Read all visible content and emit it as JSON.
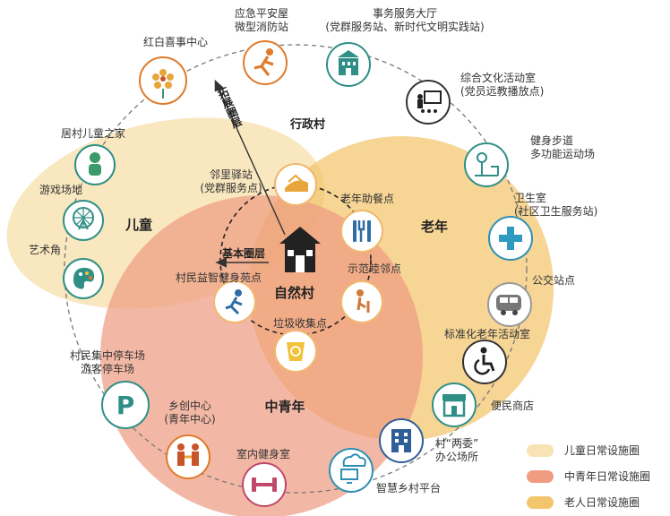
{
  "colors": {
    "child": "#f7e3b4",
    "youth": "#ef9c82",
    "elder": "#f3c56c",
    "icon_orange": "#e07a2a",
    "icon_teal": "#2f8f86",
    "icon_blue": "#2e7fb3",
    "icon_dark": "#1e2a36"
  },
  "center": {
    "title": "自然村"
  },
  "rings": {
    "basic": "基本圈层",
    "expand": "拓展圈层",
    "admin": "行政村"
  },
  "zones": {
    "child": "儿童",
    "youth": "中青年",
    "elder": "老年"
  },
  "inner_nodes": [
    {
      "label": "邻里驿站\n(党群服务点)",
      "icon": "hand-home-icon"
    },
    {
      "label": "老年助餐点",
      "icon": "cutlery-icon"
    },
    {
      "label": "示范睦邻点",
      "icon": "elder-walking-icon"
    },
    {
      "label": "垃圾收集点",
      "icon": "recycle-bin-icon"
    },
    {
      "label": "村民益智健身苑点",
      "icon": "running-person-icon"
    }
  ],
  "outer_nodes": [
    {
      "label": "应急平安屋\n微型消防站",
      "icon": "runner-icon"
    },
    {
      "label": "事务服务大厅\n(党群服务站、新时代文明实践站)",
      "icon": "government-building-icon"
    },
    {
      "label": "综合文化活动室\n(党员远教播放点)",
      "icon": "lecture-icon"
    },
    {
      "label": "健身步道\n多功能运动场",
      "icon": "fitness-track-icon"
    },
    {
      "label": "卫生室\n(社区卫生服务站)",
      "icon": "medical-cross-icon"
    },
    {
      "label": "公交站点",
      "icon": "bus-icon"
    },
    {
      "label": "标准化老年活动室",
      "icon": "wheelchair-icon"
    },
    {
      "label": "便民商店",
      "icon": "shop-icon"
    },
    {
      "label": "村“两委”\n办公场所",
      "icon": "office-building-icon"
    },
    {
      "label": "智慧乡村平台",
      "icon": "cloud-computer-icon"
    },
    {
      "label": "室内健身室",
      "icon": "dumbbell-icon"
    },
    {
      "label": "乡创中心\n(青年中心)",
      "icon": "handshake-icon"
    },
    {
      "label": "村民集中停车场\n游客停车场",
      "icon": "parking-icon"
    },
    {
      "label": "艺术角",
      "icon": "palette-icon"
    },
    {
      "label": "游戏场地",
      "icon": "ferris-wheel-icon"
    },
    {
      "label": "居村儿童之家",
      "icon": "baby-icon"
    },
    {
      "label": "红白喜事中心",
      "icon": "flower-icon"
    }
  ],
  "legend": [
    {
      "label": "儿童日常设施圈",
      "color": "#f7e3b4"
    },
    {
      "label": "中青年日常设施圈",
      "color": "#ef9c82"
    },
    {
      "label": "老人日常设施圈",
      "color": "#f3c56c"
    }
  ]
}
